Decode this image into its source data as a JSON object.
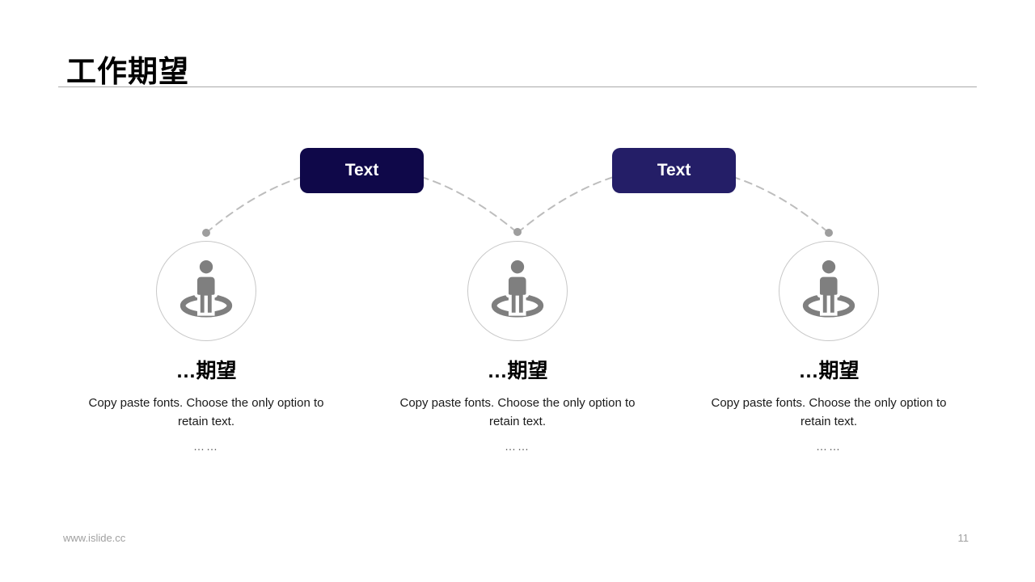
{
  "slide": {
    "title": "工作期望",
    "footer": {
      "site": "www.islide.cc",
      "page": "11"
    }
  },
  "buttons": [
    {
      "label": "Text"
    },
    {
      "label": "Text"
    }
  ],
  "items": [
    {
      "heading": "…期望",
      "body": "Copy paste fonts. Choose the only option to retain text.",
      "ellipsis": "……"
    },
    {
      "heading": "…期望",
      "body": "Copy paste fonts. Choose the only option to retain text.",
      "ellipsis": "……"
    },
    {
      "heading": "…期望",
      "body": "Copy paste fonts. Choose the only option to retain text.",
      "ellipsis": "……"
    }
  ],
  "colors": {
    "button_primary": "#0f0849",
    "button_secondary": "#241e67",
    "button_text": "#ffffff",
    "icon_gray": "#7f7f7f",
    "circle_border": "#c8c8c8",
    "connector_gray": "#bdbdbd",
    "connector_dot": "#9e9e9e",
    "title_text": "#000000",
    "body_text": "#1a1a1a",
    "footer_text": "#a0a0a0"
  }
}
